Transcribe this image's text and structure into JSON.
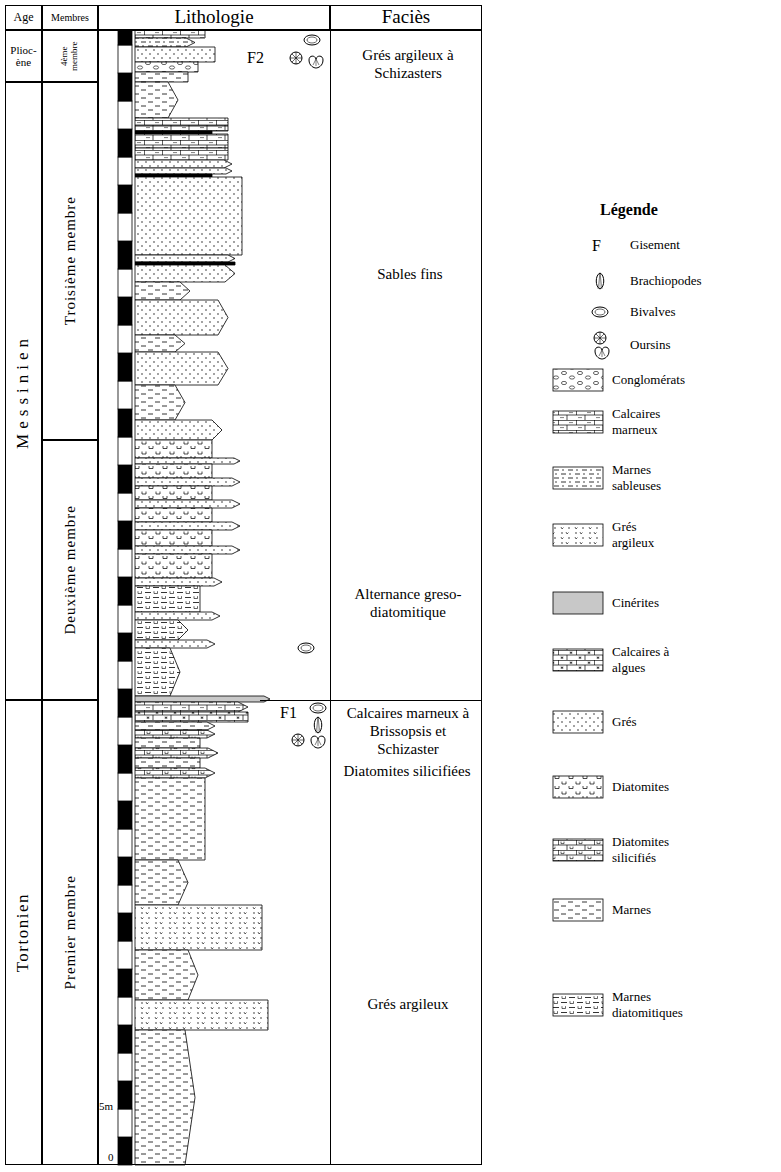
{
  "diagram": {
    "nodes": [
      {
        "text": [
          "Age"
        ]
      },
      {
        "text": [
          "Membres"
        ]
      },
      {
        "text": [
          "Lithologie"
        ]
      },
      {
        "text": [
          "Faciès"
        ]
      },
      {
        "text": [
          "Plioc- ène"
        ]
      },
      {
        "text": [
          "Messinien"
        ]
      },
      {
        "text": [
          "Tortonien"
        ]
      },
      {
        "text": [
          "4ème membre"
        ]
      },
      {
        "text": [
          "Troisième membre"
        ]
      },
      {
        "text": [
          "Deuxième membre"
        ]
      },
      {
        "text": [
          "Premier membre"
        ]
      }
    ],
    "labels": [
      "F2",
      "Grés argileux à Schizasters",
      "Sables fins",
      "Alternance greso- diatomitique",
      "F1",
      "Calcaires marneux à Brissopsis et Schizaster",
      "Diatomites silicifiées",
      "Grés argileux",
      "5m",
      "0",
      "Légende",
      "F"
    ],
    "legend": [
      {
        "text": "Gisement"
      },
      {
        "text": "Brachiopodes"
      },
      {
        "text": "Bivalves"
      },
      {
        "text": "Oursins"
      },
      {
        "text": "Conglomérats"
      },
      {
        "text": "Calcaires marneux"
      },
      {
        "text": "Marnes sableuses"
      },
      {
        "text": "Grés argileux"
      },
      {
        "text": "Cinérites",
        "color": "#c8c8c8"
      },
      {
        "text": "Calcaires à algues"
      },
      {
        "text": "Grés"
      },
      {
        "text": "Diatomites"
      },
      {
        "text": "Diatomites silicifiés"
      },
      {
        "text": "Marnes"
      },
      {
        "text": "Marnes diatomitiques"
      }
    ]
  }
}
